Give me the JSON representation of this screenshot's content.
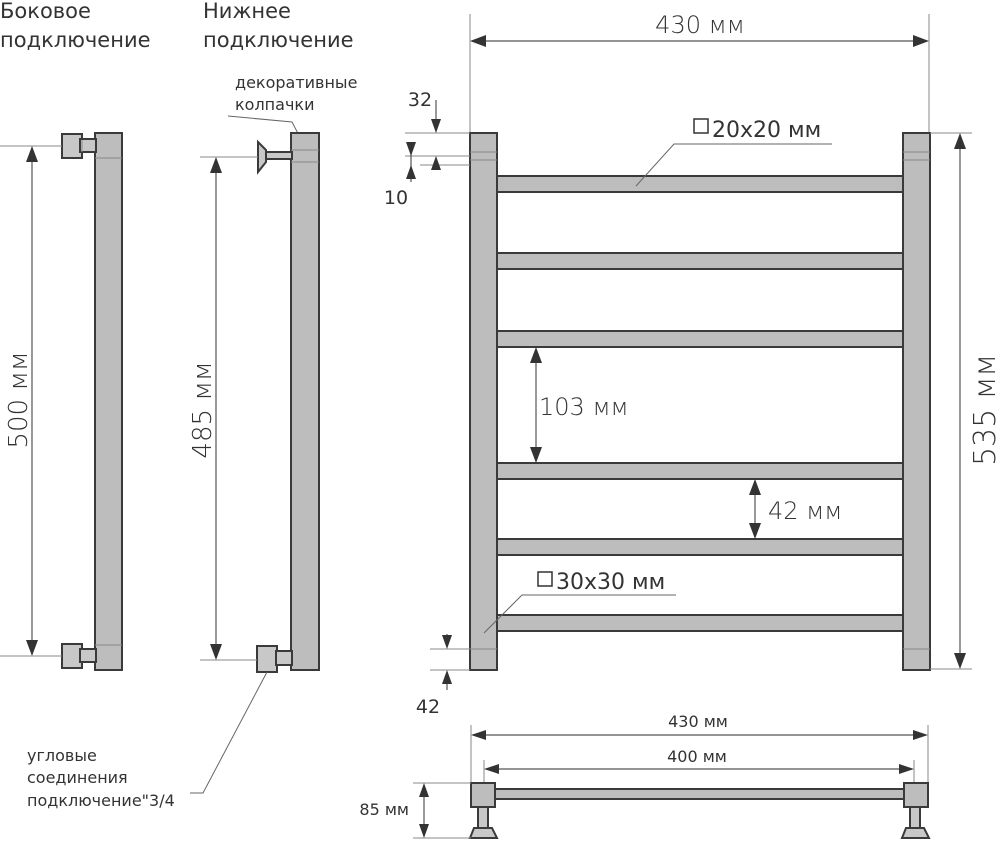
{
  "side_view_side": {
    "heading_line1": "Боковое",
    "heading_line2": "подключение",
    "height_label": "500 мм"
  },
  "side_view_bottom": {
    "heading_line1": "Нижнее",
    "heading_line2": "подключение",
    "height_label": "485 мм",
    "caps_line1": "декоративные",
    "caps_line2": "колпачки"
  },
  "front_view": {
    "width_label": "430 мм",
    "height_label": "535 мм",
    "top_offset_label": "32",
    "cap_label": "10",
    "bottom_offset_label": "42",
    "rung_profile_label": "20х20 мм",
    "post_profile_label": "30х30 мм",
    "rung_spacing_label": "103 мм",
    "rung_gap_label": "42 мм"
  },
  "top_view": {
    "outer_width_label": "430 мм",
    "center_width_label": "400 мм",
    "depth_label": "85 мм"
  },
  "fittings_note": {
    "line1": "угловые",
    "line2": "соединения",
    "line3": "подключение\"3/4"
  },
  "colors": {
    "tube_fill": "#bdbdbd",
    "outline": "#3a3a3a",
    "text": "#333333"
  }
}
